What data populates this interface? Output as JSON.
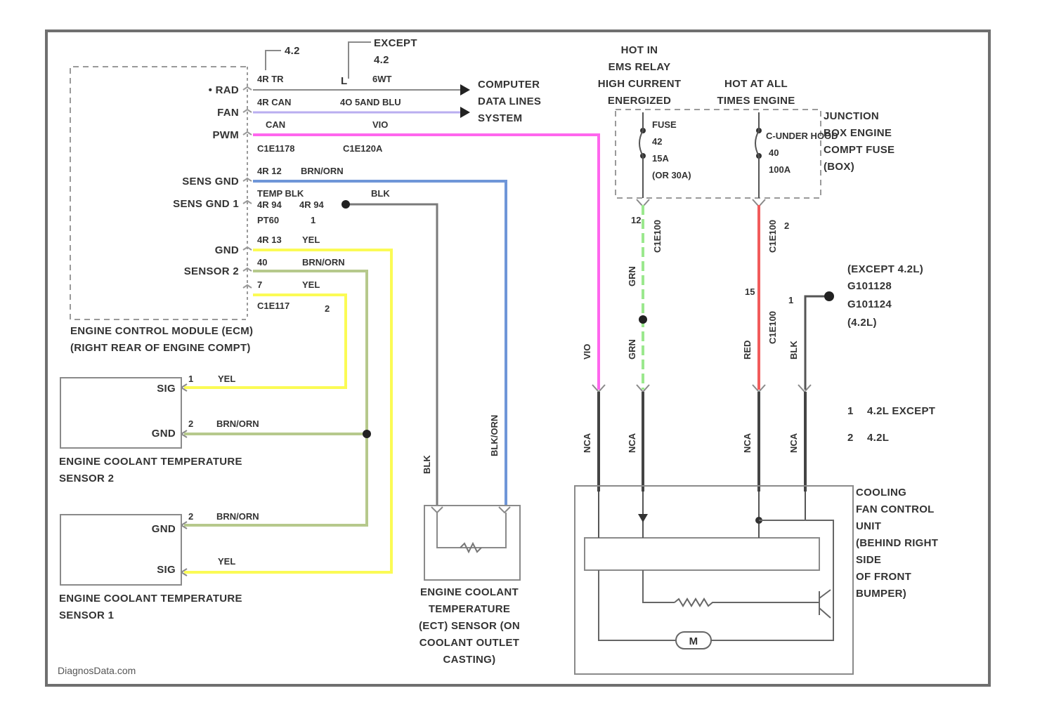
{
  "colors": {
    "pink": "#ff66ee",
    "blue": "#6f96d8",
    "yellow": "#fbfb55",
    "olive": "#b6c98c",
    "gray": "#7a7a7a",
    "dark": "#444444",
    "light_green": "#9be88e",
    "red": "#f25b5b",
    "lavender": "#b9aef0"
  },
  "ecm": {
    "pins_left": {
      "rad": "• RAD",
      "fan": "FAN",
      "pwm": "PWM",
      "sens_gnd": "SENS GND",
      "sens_gnd_1": "SENS GND 1",
      "gnd": "GND",
      "sensor": "SENSOR 2"
    },
    "rows": {
      "r1": "4R TR",
      "r2": "4R CAN",
      "r3": "CAN",
      "r4": "C1E1178",
      "r5": "4R 12",
      "r6": "TEMP BLK",
      "r7": "4R 94",
      "r8": "PT60",
      "r9": "4R 13",
      "r10": "40",
      "r11": "7",
      "r12": "C1E117"
    },
    "wire_labels": {
      "w1": "6WT",
      "w2": "4O 5AND BLU",
      "w3": "VIO",
      "w4": "C1E120A",
      "w5": "BRN/ORN",
      "w6": "4R 94",
      "w7": "BLK",
      "w8": "1",
      "w9": "YEL",
      "w10": "BRN/ORN",
      "w11": "YEL",
      "w12": "2"
    },
    "top_labels": {
      "a": "4.2",
      "b": "EXCEPT",
      "c": "4.2",
      "d": "L"
    },
    "title_1": "ENGINE CONTROL MODULE (ECM)",
    "title_2": "(RIGHT REAR OF ENGINE COMPT)"
  },
  "data_lines": {
    "l1": "COMPUTER",
    "l2": "DATA LINES",
    "l3": "SYSTEM"
  },
  "hot_in": {
    "l1": "HOT IN",
    "l2": "EMS RELAY",
    "l3": "HIGH CURRENT",
    "l4": "ENERGIZED"
  },
  "hot_all": {
    "l1": "HOT AT ALL",
    "l2": "TIMES ENGINE"
  },
  "fuse_box": {
    "fuse": "FUSE",
    "f_num": "42",
    "f_amp": "15A",
    "f_alt": "(OR 30A)",
    "c_label": "C-UNDER HOOD",
    "c_num": "40",
    "c_amp": "100A"
  },
  "junction": {
    "l1": "JUNCTION",
    "l2": "BOX ENGINE",
    "l3": "COMPT FUSE",
    "l4": "(BOX)"
  },
  "mid_labels": {
    "c1": "C1E100",
    "n1": "12",
    "c2": "C1E100",
    "n2": "2",
    "c3": "C1E100",
    "n3": "15",
    "g1": "GRN",
    "g2": "GRN",
    "v1": "VIO",
    "r1": "RED",
    "b1": "BLK",
    "n4": "1"
  },
  "ground_note": {
    "l1": "(EXCEPT 4.2L)",
    "l2": "G101128",
    "l3": "G101124",
    "l4": "(4.2L)"
  },
  "lower_vert": {
    "a": "NCA",
    "b": "NCA",
    "c": "NCA",
    "d": "NCA",
    "e": "BLK",
    "f": "BLK/ORN"
  },
  "legend": {
    "n1": "1",
    "t1": "4.2L EXCEPT",
    "n2": "2",
    "t2": "4.2L"
  },
  "cooling_fan": {
    "l1": "COOLING",
    "l2": "FAN CONTROL",
    "l3": "UNIT",
    "l4": "(BEHIND RIGHT",
    "l5": "SIDE",
    "l6": "OF FRONT",
    "l7": "BUMPER)",
    "motor": "M"
  },
  "sensor2": {
    "sig": "SIG",
    "gnd": "GND",
    "p1": "1",
    "w1": "YEL",
    "p2": "2",
    "w2": "BRN/ORN",
    "title_1": "ENGINE COOLANT TEMPERATURE",
    "title_2": "SENSOR 2"
  },
  "sensor1": {
    "gnd": "GND",
    "sig": "SIG",
    "p2": "2",
    "w2": "BRN/ORN",
    "w1": "YEL",
    "title_1": "ENGINE COOLANT TEMPERATURE",
    "title_2": "SENSOR 1"
  },
  "ect": {
    "l1": "ENGINE COOLANT",
    "l2": "TEMPERATURE",
    "l3": "(ECT) SENSOR (ON",
    "l4": "COOLANT OUTLET",
    "l5": "CASTING)"
  },
  "watermark": "DiagnosData.com"
}
